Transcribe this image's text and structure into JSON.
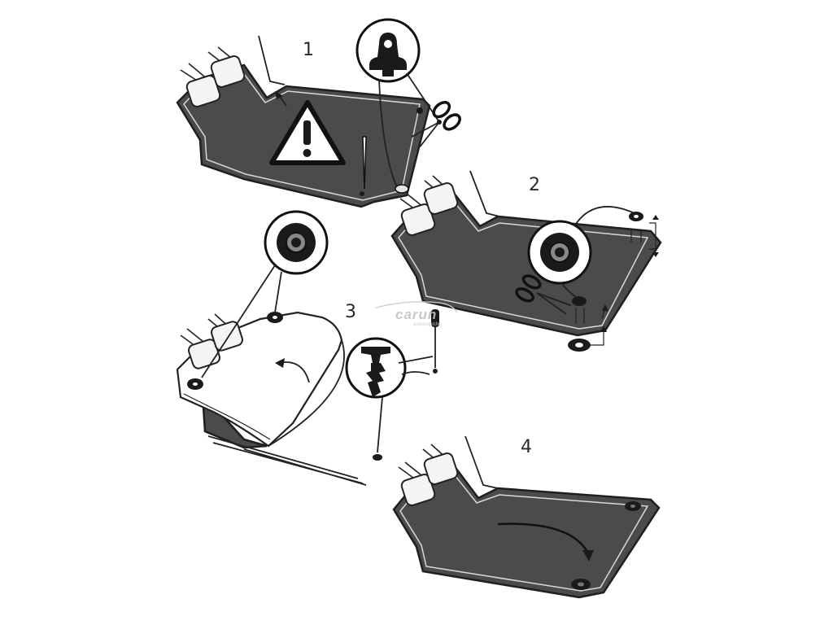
{
  "steps": [
    {
      "number": "1"
    },
    {
      "number": "2"
    },
    {
      "number": "3"
    },
    {
      "number": "4"
    }
  ],
  "watermark": {
    "brand": "carun",
    "tagline": "autoteppiche"
  },
  "icons": {
    "warning": "warning-triangle-icon",
    "scissors": "scissors-icon",
    "screwdriver": "screwdriver-icon",
    "fastener": "fastener-clip-icon",
    "retainer": "retainer-ring-icon"
  },
  "colors": {
    "mat": "#4b4b4b",
    "outline": "#1f1f1f",
    "background": "#ffffff"
  }
}
